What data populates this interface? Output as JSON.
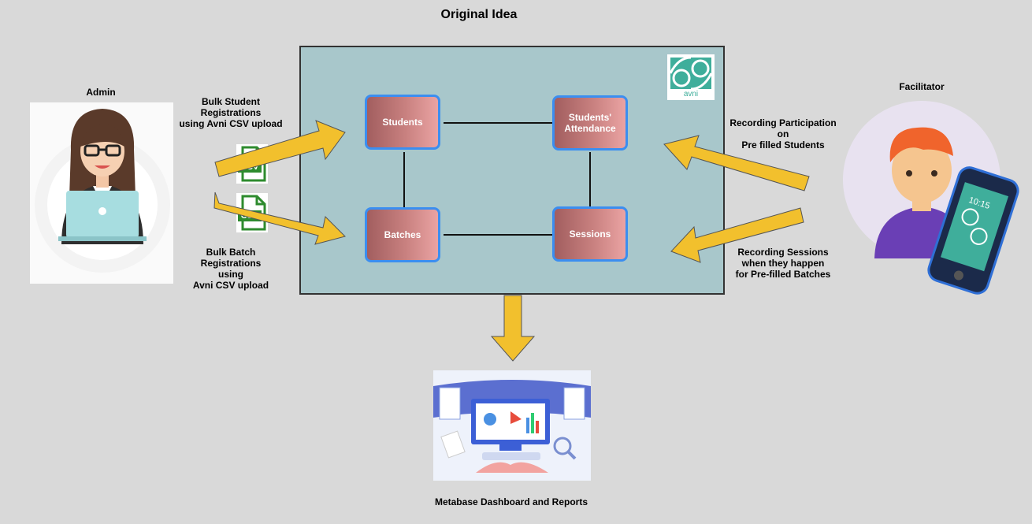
{
  "title": "Original Idea",
  "actors": {
    "admin": "Admin",
    "facilitator": "Facilitator"
  },
  "nodes": {
    "students": "Students",
    "attendance": "Students'\nAttendance",
    "batches": "Batches",
    "sessions": "Sessions"
  },
  "annotations": {
    "bulk_student": "Bulk Student\nRegistrations\nusing Avni CSV upload",
    "bulk_batch": "Bulk Batch\nRegistrations\nusing\nAvni CSV upload",
    "recording_participation": "Recording Participation\non\nPre filled Students",
    "recording_sessions": "Recording Sessions\nwhen they happen\nfor Pre-filled Batches"
  },
  "icons": {
    "csv_badge": "CSV",
    "logo_text": "avni",
    "phone_time": "10:15"
  },
  "output": "Metabase Dashboard and Reports",
  "colors": {
    "arrow": "#f2c02d",
    "node_border": "#3b8ef0",
    "box_fill": "#a8c7cb",
    "teal": "#3fae9b"
  }
}
